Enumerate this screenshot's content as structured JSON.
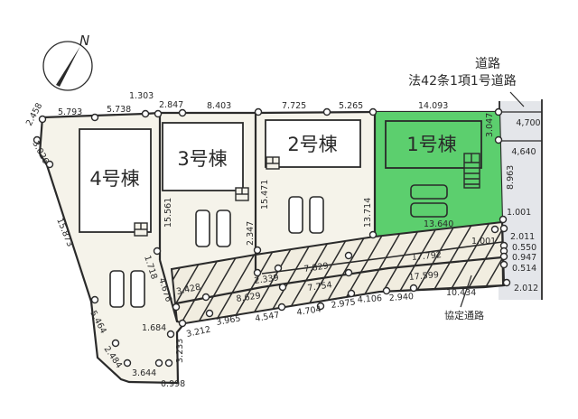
{
  "colors": {
    "lot_sold_green": "#5ccf6e",
    "lot_background": "#f5f3ea",
    "road_gray": "#e4e6ea",
    "line": "#2a2a2a"
  },
  "compass": {
    "label": "N"
  },
  "road": {
    "line1": "道路",
    "line2": "法42条1項1号道路",
    "widths": [
      "4,700",
      "4,640"
    ]
  },
  "buildings": [
    {
      "id": "1",
      "label": "1号棟",
      "highlighted": true
    },
    {
      "id": "2",
      "label": "2号棟",
      "highlighted": false
    },
    {
      "id": "3",
      "label": "3号棟",
      "highlighted": false
    },
    {
      "id": "4",
      "label": "4号棟",
      "highlighted": false
    }
  ],
  "shared_path": {
    "label": "協定通路"
  },
  "dimensions": {
    "top": [
      "2.458",
      "5.793",
      "5.738",
      "1.303",
      "2.847",
      "8.403",
      "7.725",
      "5.265",
      "14.093"
    ],
    "left": [
      "3.026",
      "15.873",
      "5.464",
      "2.484",
      "3.644",
      "0.998",
      "3.233",
      "1.684"
    ],
    "right": [
      "3.047",
      "8.963",
      "1.001",
      "1.001",
      "2.011",
      "0.550",
      "0.947",
      "0.514",
      "2.012"
    ],
    "lot_sides": [
      "15.561",
      "15.471",
      "13.714",
      "13.640",
      "2.347",
      "1.718",
      "4.676"
    ],
    "path_inner": [
      "3.428",
      "2.339",
      "7.829",
      "8.629",
      "7.754",
      "17.792",
      "17.599"
    ],
    "bottom": [
      "3.212",
      "3.965",
      "4.547",
      "4.704",
      "2.975",
      "4.106",
      "2.940",
      "10.434"
    ]
  }
}
